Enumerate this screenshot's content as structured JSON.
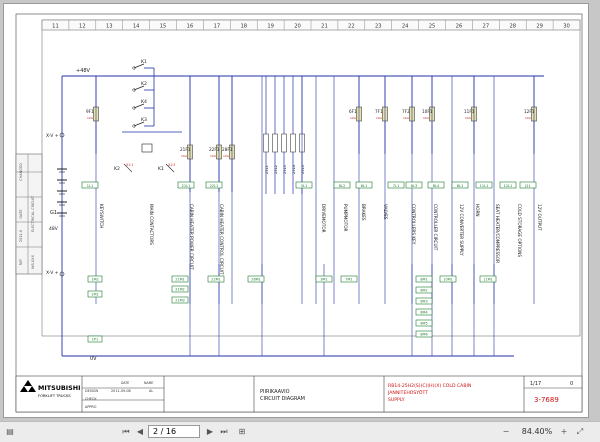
{
  "grid": {
    "columns": [
      "11",
      "12",
      "13",
      "14",
      "15",
      "16",
      "17",
      "18",
      "19",
      "20",
      "21",
      "22",
      "23",
      "24",
      "25",
      "26",
      "27",
      "28",
      "29",
      "30"
    ]
  },
  "side_labels": {
    "top": "CHANGED",
    "second": "ELECTRICAL CIRCUIT",
    "mid_a": "DATE",
    "mid_b": "2011.0",
    "bottom_a": "REF",
    "bottom_b": "WS-XXX"
  },
  "nets": {
    "plus48": "+48V",
    "zero_v": "0V",
    "g1": "G1",
    "battery_v": "48V",
    "xv_top": "X-V +",
    "xv_bot": "X-V +"
  },
  "relays": {
    "k1": "K1",
    "k2": "K2",
    "k4": "K4",
    "k3": "K3",
    "k2b": "K2",
    "k1b": "K1"
  },
  "fuses": [
    "9F1",
    "21F1",
    "22F1",
    "28F1",
    "6F1",
    "7F1",
    "7F2",
    "10F1",
    "11F1",
    "12F1"
  ],
  "coils": [
    "25L1",
    "25L2",
    "25L3",
    "25L4",
    "25L5"
  ],
  "lower_terms": [
    "1M2",
    "1M1",
    "1P1"
  ],
  "bottom_terms": [
    "21M1",
    "21M2",
    "21M3",
    "22M1",
    "26M1",
    "3M1",
    "7M1",
    "8M1",
    "8M2",
    "8M3",
    "8M4",
    "8M5",
    "8M6",
    "10M1",
    "11M1"
  ],
  "sections": [
    "KEYSWITCH",
    "MAIN CONTACTORS",
    "CABIN HEATER POWER CIRCUIT",
    "CABIN HEATER CONTROL CIRCUIT",
    "DRIVEMOTOR",
    "PUMPMOTOR",
    "BRAKES",
    "VALVES",
    "CONTROLLERS KEY",
    "CONTROLLER CIRCUIT",
    "12V CONVERTER SUPPLY",
    "HORN",
    "SEAT HEATER/COMPRESSOR",
    "COLD STORAGE OPTIONS",
    "12V OUTPUT"
  ],
  "title_block": {
    "brand": "MITSUBISHI",
    "brand_sub": "FORKLIFT TRUCKS",
    "rows": [
      {
        "label": "DESIGN",
        "date": "2011-09-08",
        "name": "AL"
      },
      {
        "label": "CHECK",
        "date": "",
        "name": ""
      },
      {
        "label": "APPRO",
        "date": "",
        "name": ""
      }
    ],
    "head_date": "DATE",
    "head_name": "NAME",
    "name_fi": "PIIRIKAAVIO",
    "name_en": "CIRCUIT DIAGRAM",
    "model_1": "RB14-25H2(S)(C)(H)(X) COLD CABIN",
    "model_2": "JANNITEHOSYÖTT",
    "model_3": "SUPPLY",
    "sheet": "1/17",
    "rev": "0",
    "doc_no": "3-7689"
  },
  "viewer": {
    "page_value": "2 / 16",
    "zoom": "84.40%"
  },
  "colors": {
    "wire": "#2233aa",
    "component_red": "#cc2222",
    "title_red": "#cc1111",
    "fuse_fill": "#e8e4a8",
    "label_green": "#1a7a2a"
  }
}
